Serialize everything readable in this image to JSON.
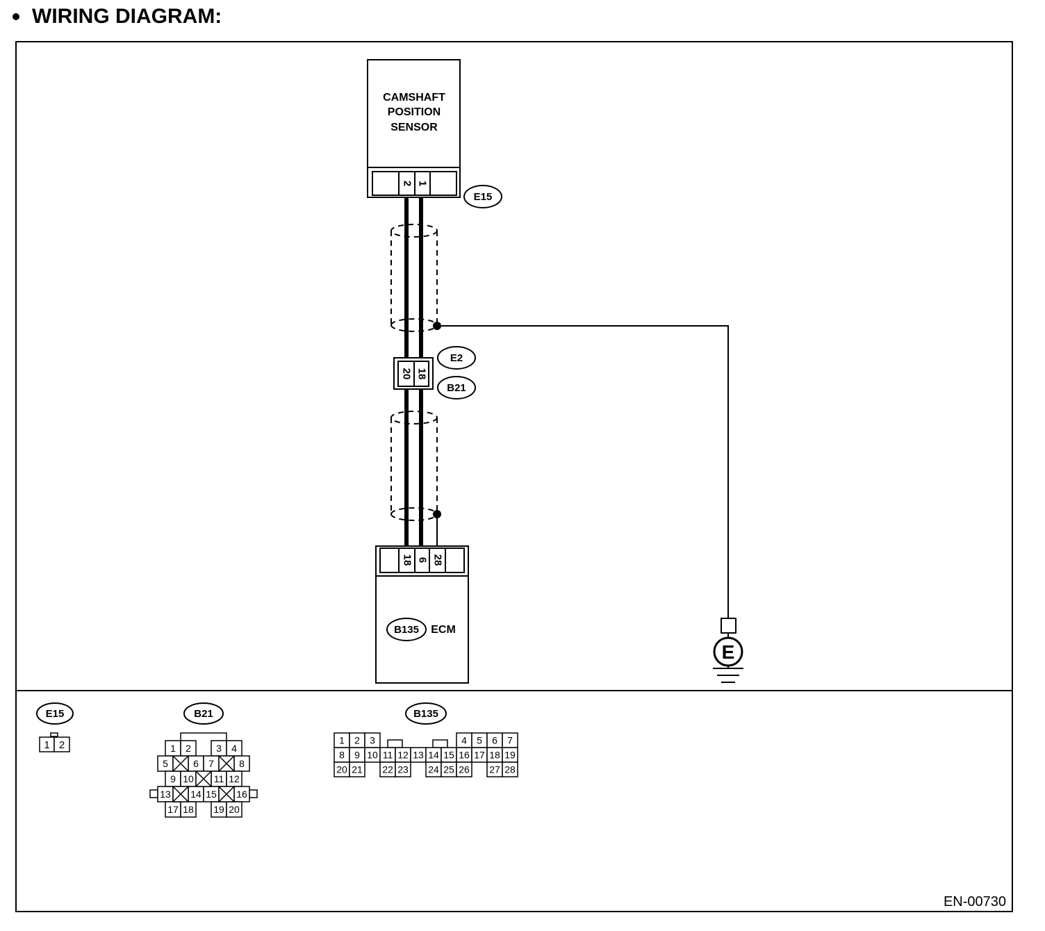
{
  "heading": "WIRING DIAGRAM:",
  "sensor": {
    "line1": "CAMSHAFT",
    "line2": "POSITION",
    "line3": "SENSOR",
    "pins": [
      "2",
      "1"
    ]
  },
  "connectors": {
    "e15": "E15",
    "e2": "E2",
    "b21": "B21",
    "b135": "B135",
    "e2_b21_pins": [
      "20",
      "18"
    ]
  },
  "ecm": {
    "label": "ECM",
    "pins": [
      "18",
      "6",
      "28"
    ]
  },
  "ground": {
    "symbol": "E"
  },
  "connector_views": {
    "e15": {
      "label": "E15",
      "cells": [
        "1",
        "2"
      ]
    },
    "b21": {
      "label": "B21",
      "cells": [
        "1",
        "2",
        "3",
        "4",
        "5",
        "6",
        "7",
        "8",
        "9",
        "10",
        "11",
        "12",
        "13",
        "14",
        "15",
        "16",
        "17",
        "18",
        "19",
        "20"
      ]
    },
    "b135": {
      "label": "B135",
      "cells": [
        "1",
        "2",
        "3",
        "4",
        "5",
        "6",
        "7",
        "8",
        "9",
        "10",
        "11",
        "12",
        "13",
        "14",
        "15",
        "16",
        "17",
        "18",
        "19",
        "20",
        "21",
        "22",
        "23",
        "24",
        "25",
        "26",
        "27",
        "28"
      ]
    }
  },
  "drawing_code": "EN-00730"
}
